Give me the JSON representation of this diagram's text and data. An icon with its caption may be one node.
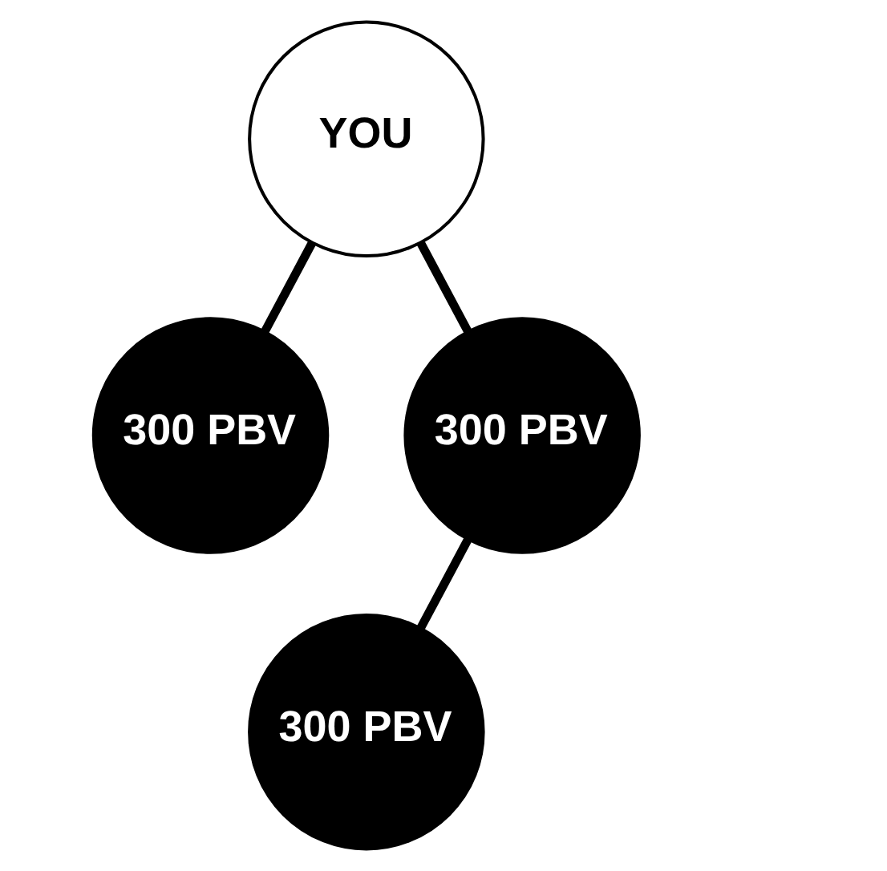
{
  "diagram": {
    "nodes": [
      {
        "text": [
          "YOU"
        ]
      },
      {
        "text": [
          "300 PBV"
        ]
      },
      {
        "text": [
          "300 PBV"
        ]
      },
      {
        "text": [
          "300 PBV"
        ]
      }
    ],
    "edges": [
      {
        "from": 0,
        "to": 1,
        "arrow": "none"
      },
      {
        "from": 0,
        "to": 2,
        "arrow": "none"
      },
      {
        "from": 2,
        "to": 3,
        "arrow": "none"
      }
    ]
  }
}
